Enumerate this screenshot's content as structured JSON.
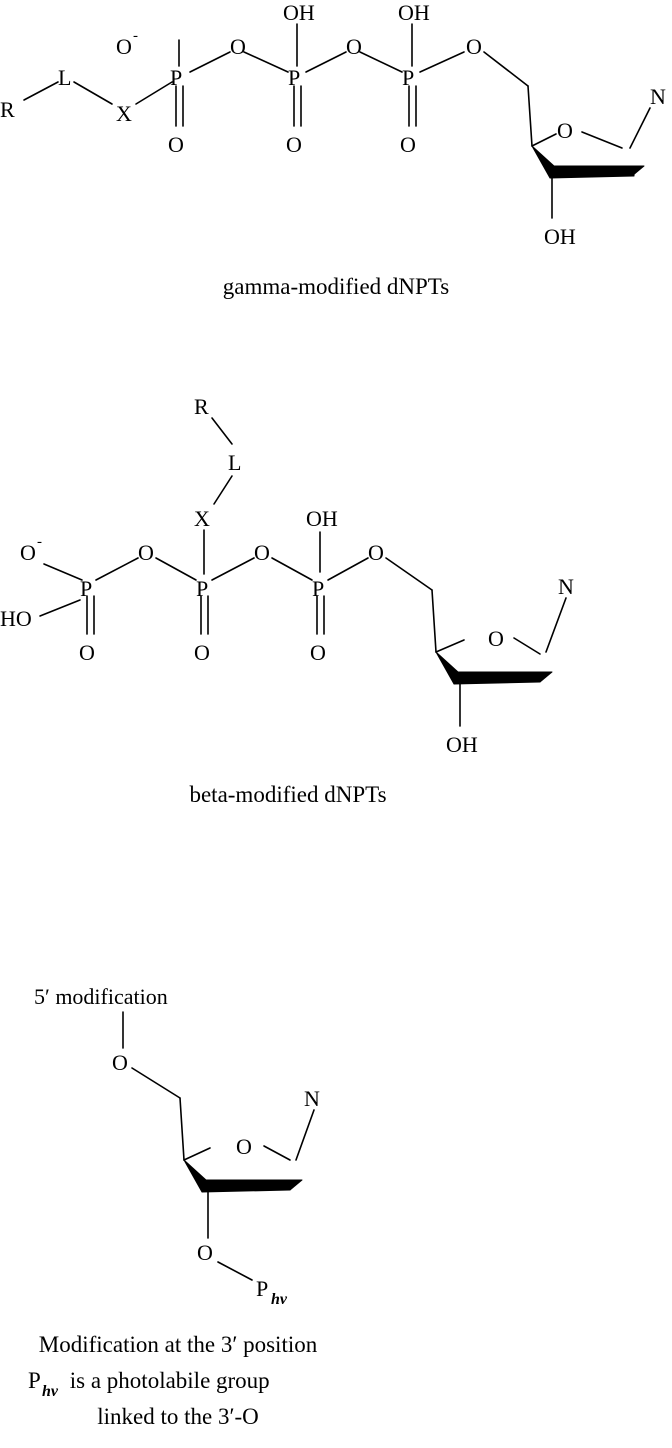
{
  "atoms": {
    "R": "R",
    "L": "L",
    "X": "X",
    "P": "P",
    "O": "O",
    "OH": "OH",
    "HO": "HO",
    "N": "N",
    "minus": "-"
  },
  "gamma": {
    "caption": "gamma-modified dNPTs"
  },
  "beta": {
    "caption": "beta-modified dNPTs"
  },
  "three_prime": {
    "label_5": "5′ modification",
    "sub_hv": "hν",
    "caption_line1": "Modification at the 3′ position",
    "caption_line2_rest": " is a photolabile group",
    "caption_line3": "linked to the 3′-O"
  }
}
